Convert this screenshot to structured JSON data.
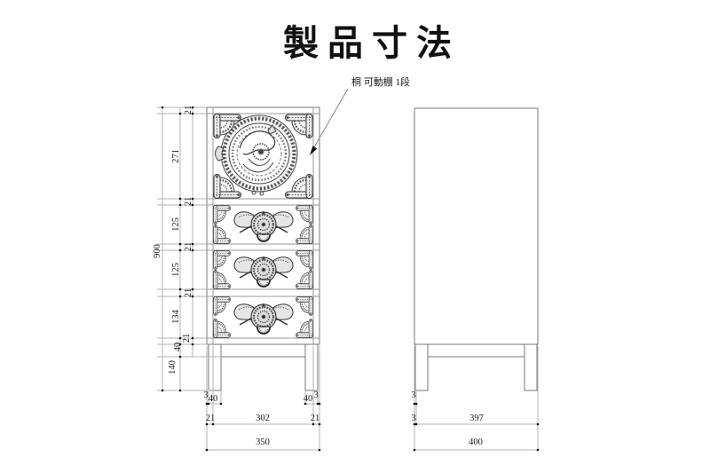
{
  "title": "製品寸法",
  "callout": {
    "label": "桐 可動棚 1段"
  },
  "front_view": {
    "height_total": "900",
    "heights": {
      "top_rail": "21",
      "door": "271",
      "rail1": "21",
      "drawer1": "125",
      "rail2": "21",
      "drawer2": "125",
      "rail3": "21",
      "drawer3": "134",
      "bottom_rail": "21",
      "apron": "40",
      "legs": "140"
    },
    "widths": {
      "total": "350",
      "left_frame": "21",
      "opening": "302",
      "right_frame": "21",
      "left_inset": "3",
      "left_leg": "40",
      "right_leg": "40",
      "right_inset": "3"
    }
  },
  "side_view": {
    "depth_total": "400",
    "leg_front_inset": "3",
    "depths": {
      "front_inset": "3",
      "inner": "397"
    }
  },
  "palette": {
    "background": "#ffffff",
    "drawing_line": "#777777",
    "dimension_line": "#b3b3b3",
    "hardware_line": "#333333",
    "text": "#1a1a1a"
  }
}
